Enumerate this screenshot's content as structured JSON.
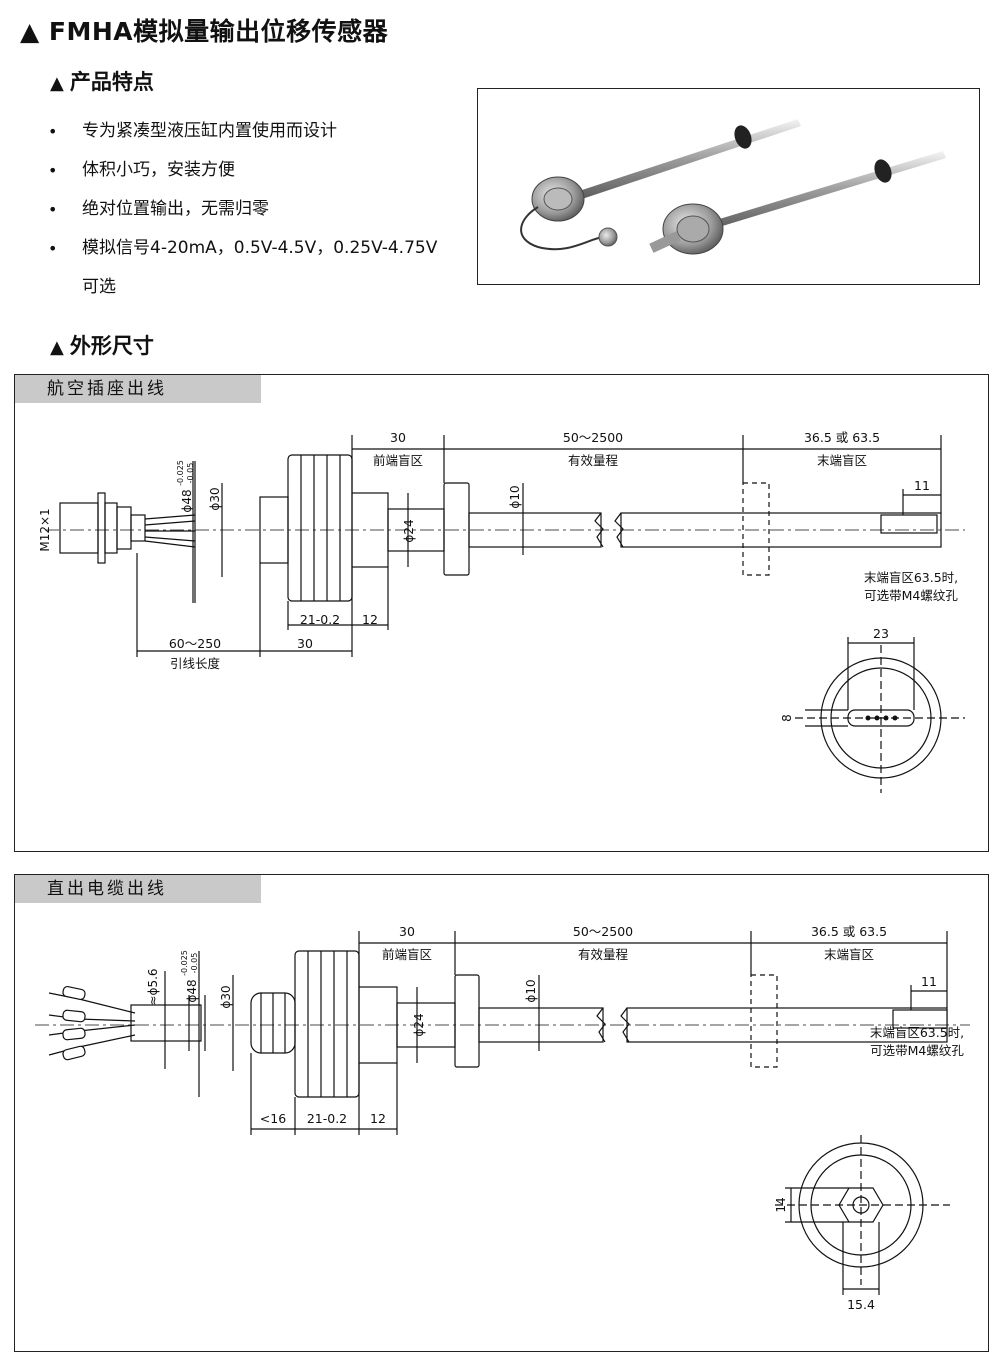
{
  "page_title": "▲ FMHA模拟量输出位移传感器",
  "features_heading": "产品特点",
  "features": [
    "专为紧凑型液压缸内置使用而设计",
    "体积小巧，安装方便",
    "绝对位置输出，无需归零",
    "模拟信号4-20mA，0.5V-4.5V，0.25V-4.75V",
    "可选"
  ],
  "dimensions_heading": "外形尺寸",
  "panel1": {
    "tab": "航空插座出线",
    "dims": {
      "d30": "30",
      "front_blind": "前端盲区",
      "stroke": "50～2500",
      "stroke_label": "有效量程",
      "end": "36.5 或 63.5",
      "end_label": "末端盲区",
      "d11": "11",
      "phi10": "ϕ10",
      "phi24": "ϕ24",
      "phi30": "ϕ30",
      "phi48": "ϕ48",
      "tol_up": "-0.025",
      "tol_dn": "-0.05",
      "m12": "M12×1",
      "d21": "21-0.2",
      "d12": "12",
      "lead": "60～250",
      "lead_label": "引线长度",
      "d30b": "30",
      "note1": "末端盲区63.5时,",
      "note2": "可选带M4螺纹孔",
      "d23": "23",
      "d8": "8"
    }
  },
  "panel2": {
    "tab": "直出电缆出线",
    "dims": {
      "d30": "30",
      "front_blind": "前端盲区",
      "stroke": "50～2500",
      "stroke_label": "有效量程",
      "end": "36.5 或 63.5",
      "end_label": "末端盲区",
      "d11": "11",
      "phi10": "ϕ10",
      "phi24": "ϕ24",
      "phi30": "ϕ30",
      "phi48": "ϕ48",
      "tol_up": "-0.025",
      "tol_dn": "-0.05",
      "phi56": "≈ϕ5.6",
      "d16": "<16",
      "d21": "21-0.2",
      "d12": "12",
      "note1": "末端盲区63.5时,",
      "note2": "可选带M4螺纹孔",
      "d14": "14",
      "d154": "15.4"
    }
  }
}
